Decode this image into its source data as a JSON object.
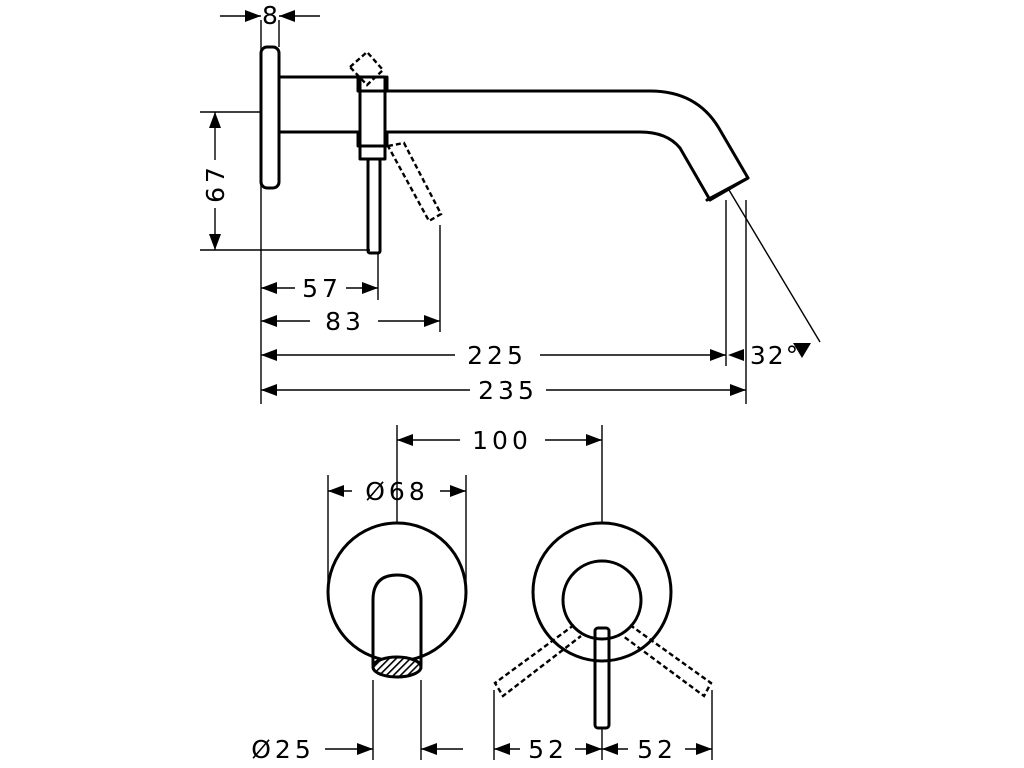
{
  "dimensions": {
    "d8": "8",
    "d67": "67",
    "d57": "57",
    "d83": "83",
    "d225": "225",
    "d235": "235",
    "d32deg": "32°",
    "d100": "100",
    "d68": "Ø68",
    "d25": "Ø25",
    "d52_left": "52",
    "d52_right": "52"
  },
  "colors": {
    "line": "#000000",
    "background": "#ffffff"
  }
}
